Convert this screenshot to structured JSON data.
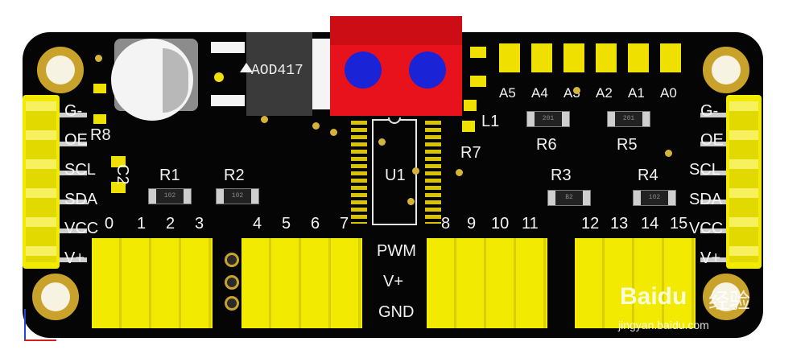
{
  "board": {
    "left_labels": [
      "G-",
      "OE",
      "SCL",
      "SDA",
      "VCC",
      "V+"
    ],
    "right_labels": [
      "G-",
      "OE",
      "SCL",
      "SDA",
      "VCC",
      "V+"
    ],
    "channel_numbers": [
      "0",
      "1",
      "2",
      "3",
      "4",
      "5",
      "6",
      "7",
      "8",
      "9",
      "10",
      "11",
      "12",
      "13",
      "14",
      "15"
    ],
    "center_labels": [
      "PWM",
      "V+",
      "GND"
    ],
    "analog_labels": [
      "A5",
      "A4",
      "A3",
      "A2",
      "A1",
      "A0"
    ],
    "chip_label": "AOD417",
    "ic_label": "U1",
    "refdes": {
      "r1": "R1",
      "r2": "R2",
      "r3": "R3",
      "r4": "R4",
      "r5": "R5",
      "r6": "R6",
      "r7": "R7",
      "r8": "R8",
      "c2": "C2",
      "l1": "L1"
    }
  },
  "watermark": {
    "brand": "Baidu",
    "cn": "经验",
    "url": "jingyan.baidu.com"
  },
  "colors": {
    "board": "#050505",
    "gold": "#c9a22b",
    "header": "#f2ea00",
    "terminal": "#e8121c",
    "terminal_screw": "#1a23d6"
  }
}
